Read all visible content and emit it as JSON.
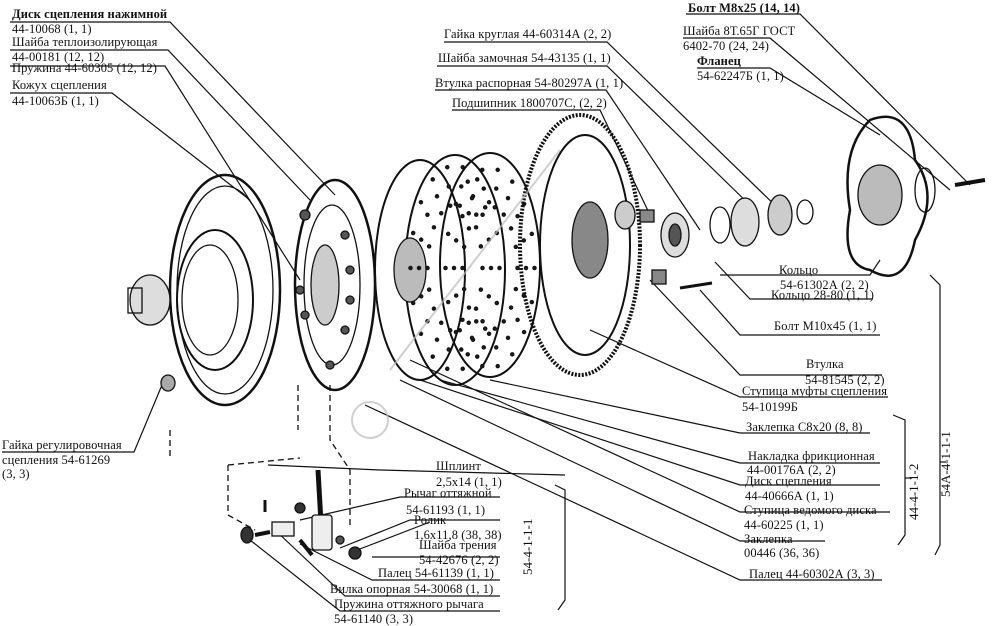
{
  "labels": {
    "pressure_disc": {
      "name": "Диск сцепления нажимной",
      "code": "44-10068 (1, 1)"
    },
    "heat_washer": {
      "name": "Шайба теплоизолирующая",
      "code": "44-00181 (12, 12)"
    },
    "spring": "Пружина 44-60305 (12, 12)",
    "housing": {
      "name": "Кожух сцепления",
      "code": "44-10063Б (1, 1)"
    },
    "bolt_m8": "Болт М8х25 (14, 14)",
    "washer_8t": {
      "name": "Шайба 8Т.65Г ГОСТ",
      "code": "6402-70 (24, 24)"
    },
    "flange": {
      "name": "Фланец",
      "code": "54-62247Б (1, 1)"
    },
    "round_nut": "Гайка круглая 44-60314А (2, 2)",
    "lock_washer": "Шайба замочная 54-43135 (1, 1)",
    "spacer": "Втулка распорная 54-80297А (1, 1)",
    "bearing": "Подшипник 1800707С, (2, 2)",
    "ring": {
      "name": "Кольцо",
      "code": "54-61302А (2, 2)"
    },
    "ring_28": "Кольцо 28-80 (1, 1)",
    "bolt_m10": "Болт М10х45 (1, 1)",
    "bushing": {
      "name": "Втулка",
      "code": "54-81545 (2, 2)"
    },
    "clutch_hub": {
      "name": "Ступица муфты сцепления",
      "code": "54-10199Б"
    },
    "rivet_c8": "Заклепка С8х20 (8, 8)",
    "friction_lining": {
      "name": "Накладка фрикционная",
      "code": "44-00176А (2, 2)"
    },
    "clutch_disc": {
      "name": "Диск сцепления",
      "code": "44-40666А (1, 1)"
    },
    "driven_hub": {
      "name": "Ступица ведомого диска",
      "code": "44-60225 (1, 1)"
    },
    "rivet": {
      "name": "Заклепка",
      "code": "00446 (36, 36)"
    },
    "pin_44": "Палец 44-60302А (3, 3)",
    "adjust_nut": {
      "name": "Гайка регулировочная",
      "line2": "сцепления 54-61269",
      "qty": "(3, 3)"
    },
    "cotter": {
      "name": "Шплинт",
      "code": "2,5х14 (1, 1)"
    },
    "release_lever": {
      "name": "Рычаг оттяжной",
      "code": "54-61193 (1, 1)"
    },
    "roller": {
      "name": "Ролик",
      "code": "1,6х11,8 (38, 38)"
    },
    "friction_washer": {
      "name": "Шайба трения",
      "code": "54-42676 (2, 2)"
    },
    "pin_54": "Палец 54-61139 (1, 1)",
    "support_fork": "Вилка опорная 54-30068 (1, 1)",
    "lever_spring": {
      "name": "Пружина оттяжного рычага",
      "code": "54-61140 (3, 3)"
    }
  },
  "groups": {
    "disc_group": "44-4-1-1-2",
    "assembly": "54А-4-1-1-1",
    "lever_group": "54-4-1-1-1"
  }
}
